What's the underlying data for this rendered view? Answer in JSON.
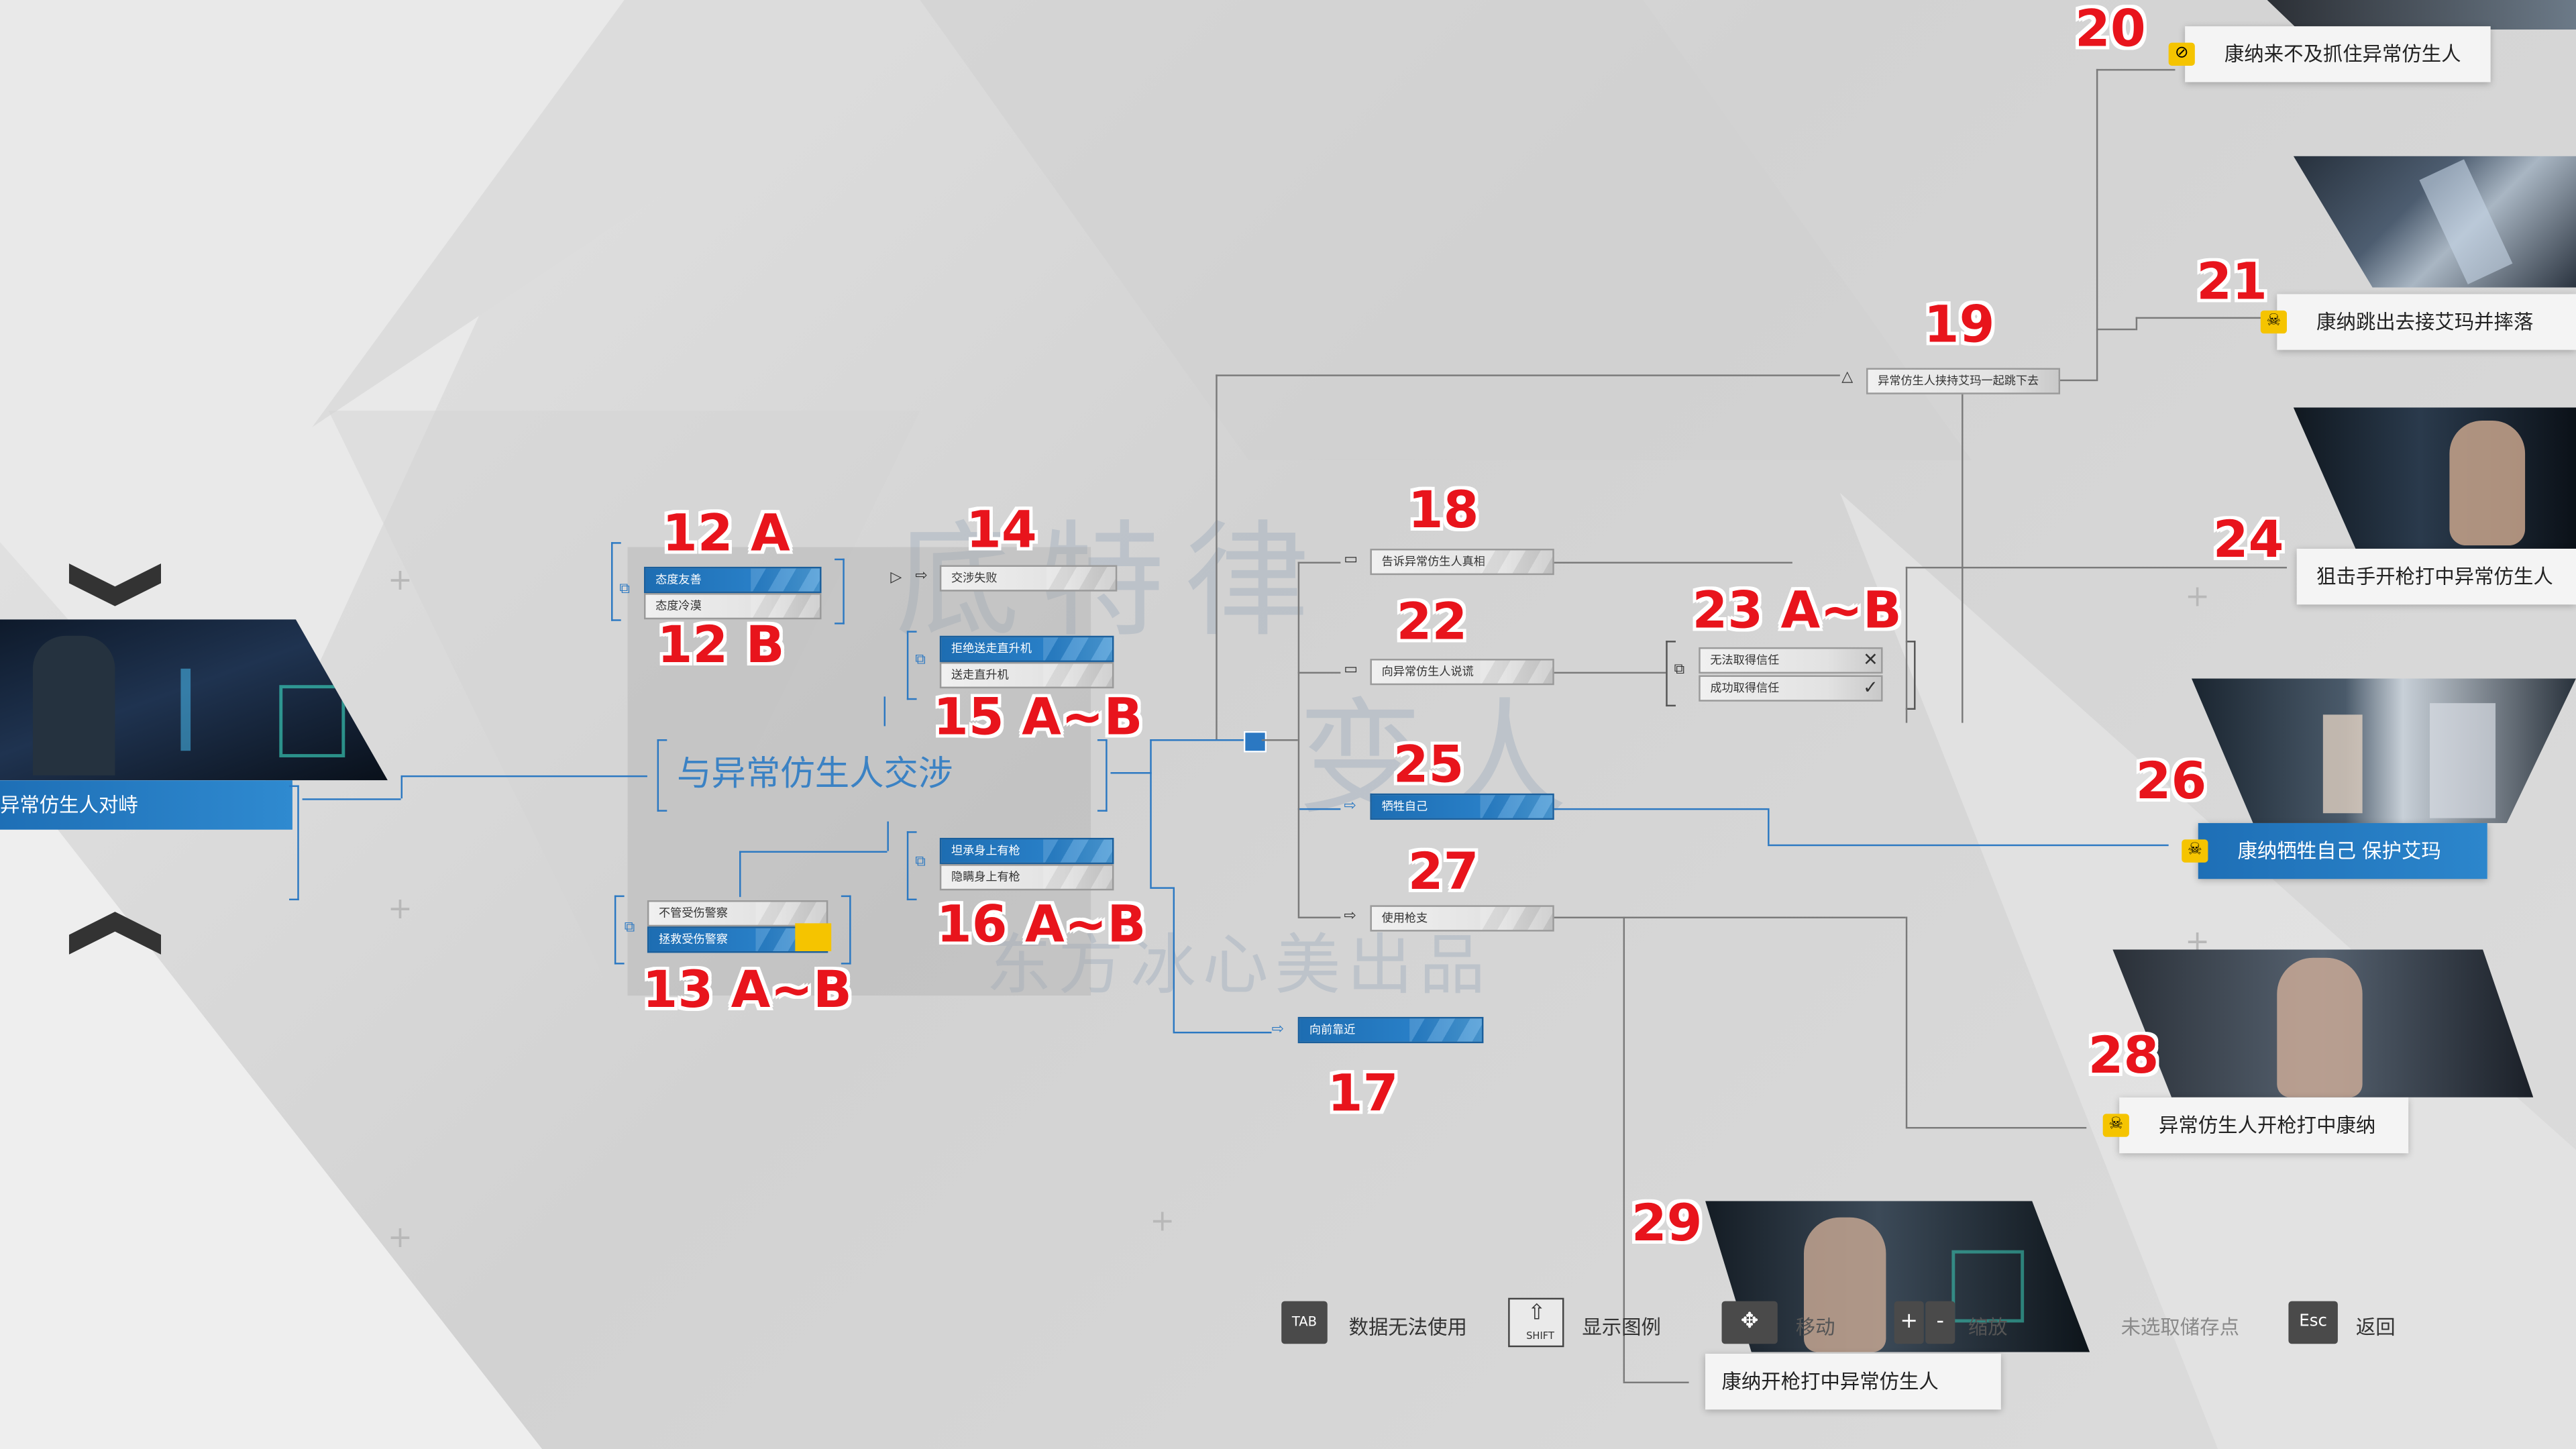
{
  "map": {
    "start_node": "与异常仿生人对峙",
    "hub": "与异常仿生人交涉",
    "watermark_top": "底特律",
    "watermark_mid": "变人",
    "watermark_bottom": "东方冰心美出品",
    "choices": {
      "c12a": "态度友善",
      "c12b": "态度冷漠",
      "c13a": "不管受伤警察",
      "c13b": "拯救受伤警察",
      "c14": "交涉失败",
      "c15a": "拒绝送走直升机",
      "c15b": "送走直升机",
      "c16a": "坦承身上有枪",
      "c16b": "隐瞒身上有枪",
      "c17": "向前靠近",
      "c18": "告诉异常仿生人真相",
      "c22": "向异常仿生人说谎",
      "c25": "牺牲自己",
      "c27": "使用枪支",
      "c23a": "无法取得信任",
      "c23b": "成功取得信任",
      "c19": "异常仿生人挟持艾玛一起跳下去"
    },
    "endings": {
      "e20": "康纳来不及抓住异常仿生人",
      "e21": "康纳跳出去接艾玛并摔落",
      "e24": "狙击手开枪打中异常仿生人",
      "e26": "康纳牺牲自己 保护艾玛",
      "e28": "异常仿生人开枪打中康纳",
      "e29": "康纳开枪打中异常仿生人"
    },
    "labels": {
      "n12a": "12 A",
      "n12b": "12 B",
      "n13": "13 A~B",
      "n14": "14",
      "n15": "15 A~B",
      "n16": "16 A~B",
      "n17": "17",
      "n18": "18",
      "n19": "19",
      "n20": "20",
      "n21": "21",
      "n22": "22",
      "n23": "23 A~B",
      "n24": "24",
      "n25": "25",
      "n26": "26",
      "n27": "27",
      "n28": "28",
      "n29": "29"
    }
  },
  "footer": {
    "tab_key": "TAB",
    "tab_label": "数据无法使用",
    "shift_key": "SHIFT",
    "shift_label": "显示图例",
    "move_label": "移动",
    "zoom_label": "缩放",
    "save_label": "未选取储存点",
    "esc_key": "Esc",
    "esc_label": "返回",
    "plus_key": "+",
    "minus_key": "-"
  },
  "icons": {
    "skull": "skull-icon",
    "prohibited": "prohibited-icon",
    "arrow": "arrow-right-icon",
    "triangle": "triangle-icon",
    "cross": "cross-icon",
    "check": "check-icon",
    "flip": "flip-icon"
  },
  "colors": {
    "accent_blue": "#2b78c2",
    "marker_red": "#e8141c",
    "ending_yellow": "#f5c400"
  }
}
